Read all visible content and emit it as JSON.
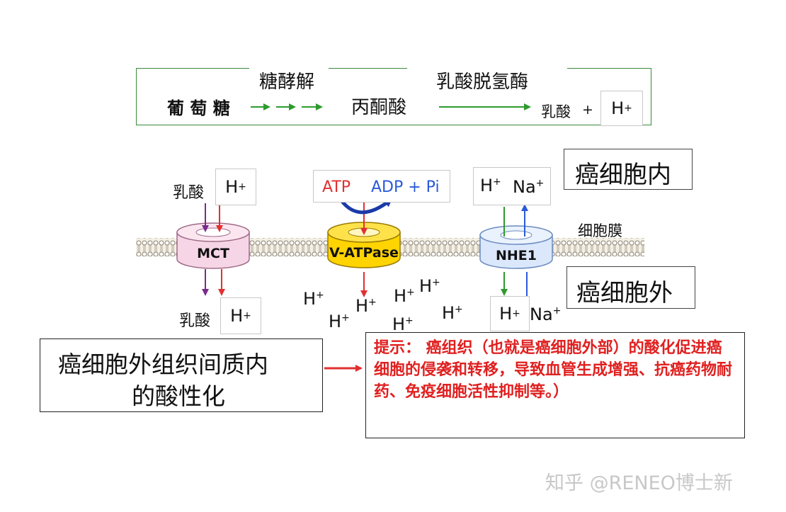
{
  "glycolysis": {
    "step1_label": "糖酵解",
    "step2_label": "乳酸脱氢酶",
    "glucose": "葡 萄 糖",
    "pyruvate": "丙酮酸",
    "lactate": "乳酸",
    "plus": "+",
    "h_ion": "H",
    "h_sup": "+"
  },
  "regions": {
    "inside": "癌细胞内",
    "outside": "癌细胞外",
    "membrane": "细胞膜"
  },
  "channels": {
    "mct": {
      "name": "MCT",
      "in_lactate": "乳酸",
      "in_h": "H",
      "out_lactate": "乳酸",
      "out_h": "H",
      "sup": "+"
    },
    "vatpase": {
      "name": "V-ATPase",
      "atp": "ATP",
      "adp": "ADP + Pi"
    },
    "nhe1": {
      "name": "NHE1",
      "in_h": "H",
      "in_na": "Na",
      "out_h": "H",
      "out_na": "Na",
      "sup": "+"
    }
  },
  "free_protons": [
    "H",
    "H",
    "H",
    "H",
    "H",
    "H",
    "H"
  ],
  "conclusion": {
    "line1": "癌细胞外组织间质内",
    "line2": "的酸性化"
  },
  "hint": {
    "text": "提示： 癌组织（也就是癌细胞外部）的酸化促进癌细胞的侵袭和转移，导致血管生成增强、抗癌药物耐药、免疫细胞活性抑制等。）"
  },
  "watermark": "知乎 @RENEO博士新",
  "colors": {
    "green_arrow": "#2e9a2e",
    "red_arrow": "#e03030",
    "purple_arrow": "#7a2a8a",
    "blue_arrow": "#2a5ad8",
    "navy_arrow": "#1a3aa8",
    "hint_text": "#e02020",
    "mct_fill": "#f6d6e6",
    "vatpase_fill": "#ffd400",
    "nhe1_fill": "#dbe8fb"
  }
}
